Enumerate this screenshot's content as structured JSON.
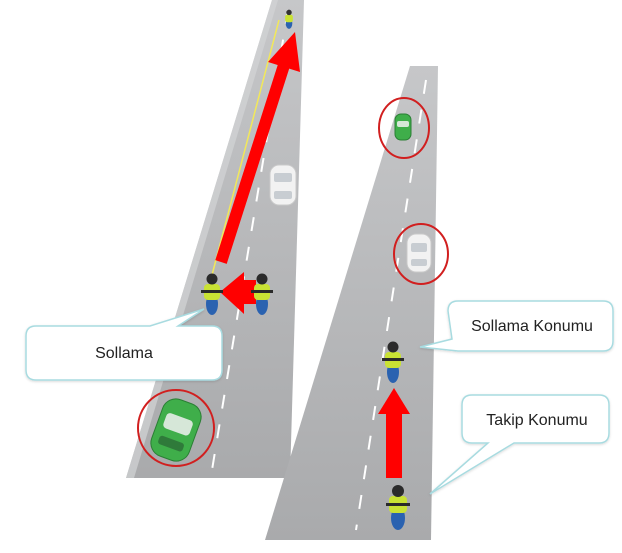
{
  "callouts": {
    "left_road": "Sollama",
    "right_upper": "Sollama Konumu",
    "right_lower": "Takip Konumu"
  },
  "colors": {
    "road": "#b9babc",
    "road_edge": "#cfd0d2",
    "lane_marking": "#ffffff",
    "arrow": "#ff0000",
    "highlight_circle": "#d11f1f",
    "callout_border": "#a8dbe0",
    "car_green": "#3fae4a",
    "car_white": "#f2f2f2",
    "rider_vest": "#c9e234",
    "motorcycle": "#2a62b0"
  },
  "icons": [
    "motorcycle-icon",
    "car-icon"
  ]
}
